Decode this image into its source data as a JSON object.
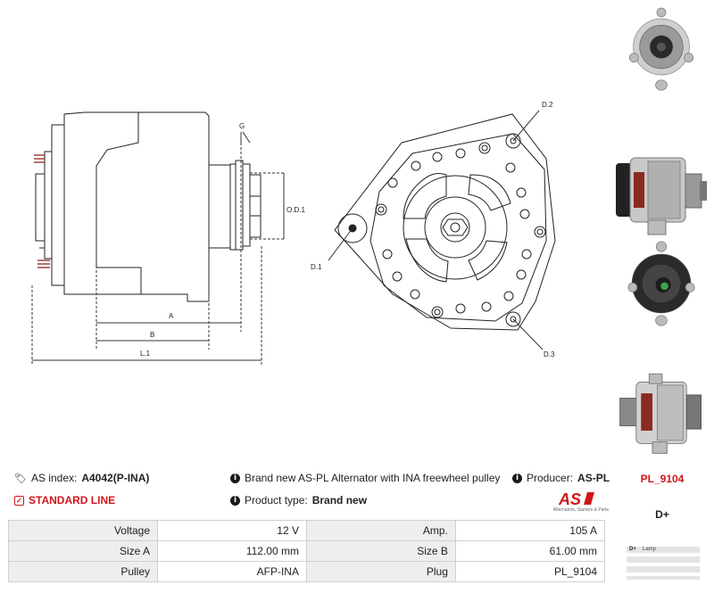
{
  "drawing": {
    "labels": {
      "g": "G",
      "od1": "O.D.1",
      "a": "A",
      "b": "B",
      "l1": "L.1",
      "d1": "D.1",
      "d2": "D.2",
      "d3": "D.3"
    }
  },
  "info": {
    "as_index_label": "AS index:",
    "as_index_value": "A4042(P-INA)",
    "line_label": "STANDARD LINE",
    "description": "Brand new AS-PL Alternator with INA freewheel pulley",
    "product_type_label": "Product type:",
    "product_type_value": "Brand new",
    "producer_label": "Producer:",
    "producer_value": "AS-PL"
  },
  "logo": {
    "text": "AS",
    "tagline": "Alternators, Starters & Parts"
  },
  "specs": [
    {
      "label1": "Voltage",
      "value1": "12 V",
      "label2": "Amp.",
      "value2": "105 A"
    },
    {
      "label1": "Size A",
      "value1": "112.00 mm",
      "label2": "Size B",
      "value2": "61.00 mm"
    },
    {
      "label1": "Pulley",
      "value1": "AFP-INA",
      "label2": "Plug",
      "value2": "PL_9104"
    }
  ],
  "plug": {
    "code": "PL_9104",
    "terminal": "D+",
    "legend": [
      {
        "terminal": "D+",
        "desc": "Lamp"
      }
    ]
  },
  "thumbnails": [
    "front-view",
    "side-view",
    "rear-view",
    "side-view-2"
  ],
  "colors": {
    "accent": "#d0161b",
    "table_label_bg": "#eeeeee"
  }
}
